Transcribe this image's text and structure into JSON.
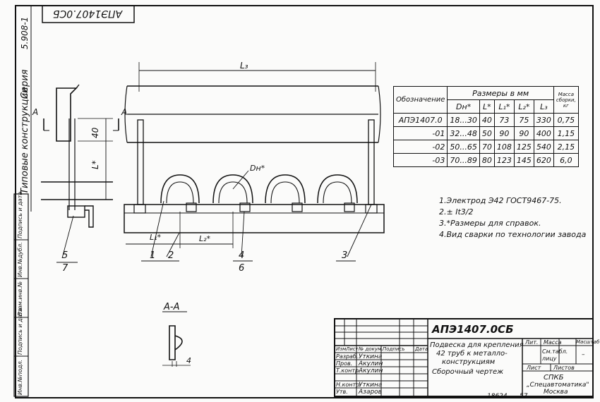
{
  "doc_code_top": "АПЭ1407.0СБ",
  "series_label": "Серия",
  "series_number": "5.908-1",
  "typical_structures": "Типовые конструкции",
  "side_columns": [
    "Инв.№подл.",
    "Подпись и дата",
    "Взам.инв.№",
    "Инв.№дубл.",
    "Подпись и дата"
  ],
  "dimensions": {
    "L3": "L₃",
    "L_star": "L*",
    "d40": "40",
    "Dn": "Dн*",
    "L1": "L₁*",
    "L2": "L₂*",
    "section_mark": "А",
    "weld_leg": "4"
  },
  "callouts": [
    "1",
    "2",
    "3",
    "4",
    "5",
    "6",
    "7"
  ],
  "section_title": "А-А",
  "table": {
    "header_designation": "Обозначение",
    "header_sizes": "Размеры в мм",
    "header_mass": "Масса сборки, кг",
    "cols": [
      "Dн*",
      "L*",
      "L₁*",
      "L₂*",
      "L₃"
    ],
    "rows": [
      {
        "name": "АПЭ1407.0",
        "dn": "18...30",
        "l": "40",
        "l1": "73",
        "l2": "75",
        "l3": "330",
        "mass": "0,75"
      },
      {
        "name": "-01",
        "dn": "32...48",
        "l": "50",
        "l1": "90",
        "l2": "90",
        "l3": "400",
        "mass": "1,15"
      },
      {
        "name": "-02",
        "dn": "50...65",
        "l": "70",
        "l1": "108",
        "l2": "125",
        "l3": "540",
        "mass": "2,15"
      },
      {
        "name": "-03",
        "dn": "70...89",
        "l": "80",
        "l1": "123",
        "l2": "145",
        "l3": "620",
        "mass": "6,0"
      }
    ]
  },
  "notes": [
    "1.Электрод Э42 ГОСТ9467-75.",
    "2.± It3/2",
    "3.*Размеры для справок.",
    "4.Вид сварки по технологии завода"
  ],
  "title_block": {
    "doc_code": "АПЭ1407.0СБ",
    "title_line1": "Подвеска для крепления",
    "title_line2": "42 труб к металло-",
    "title_line3": "конструкциям",
    "title_line4": "Сборочный чертеж",
    "hdr_izm": "Изм",
    "hdr_list": "Лист",
    "hdr_docnum": "№ докум.",
    "hdr_sign": "Подпись",
    "hdr_date": "Дата",
    "razrab": "Разраб.",
    "razrab_name": "Уткина",
    "prov": "Пров.",
    "prov_name": "Акулин",
    "tkontr": "Т.контр.",
    "tkontr_name": "Акулин",
    "nkontr": "Н.контр.",
    "nkontr_name": "Уткина",
    "utv": "Утв.",
    "utv_name": "Азаров",
    "lit": "Лит.",
    "massa": "Масса",
    "masshtab": "Масштаб",
    "mass_value": "См.табл.",
    "mass_value2": "лицу",
    "scale_value": "–",
    "list": "Лист",
    "listov": "Листов",
    "org1": "СПКБ",
    "org2": "„Спецавтоматика\"",
    "org3": "Москва"
  },
  "footer_num1": "18624",
  "footer_num2": "57"
}
